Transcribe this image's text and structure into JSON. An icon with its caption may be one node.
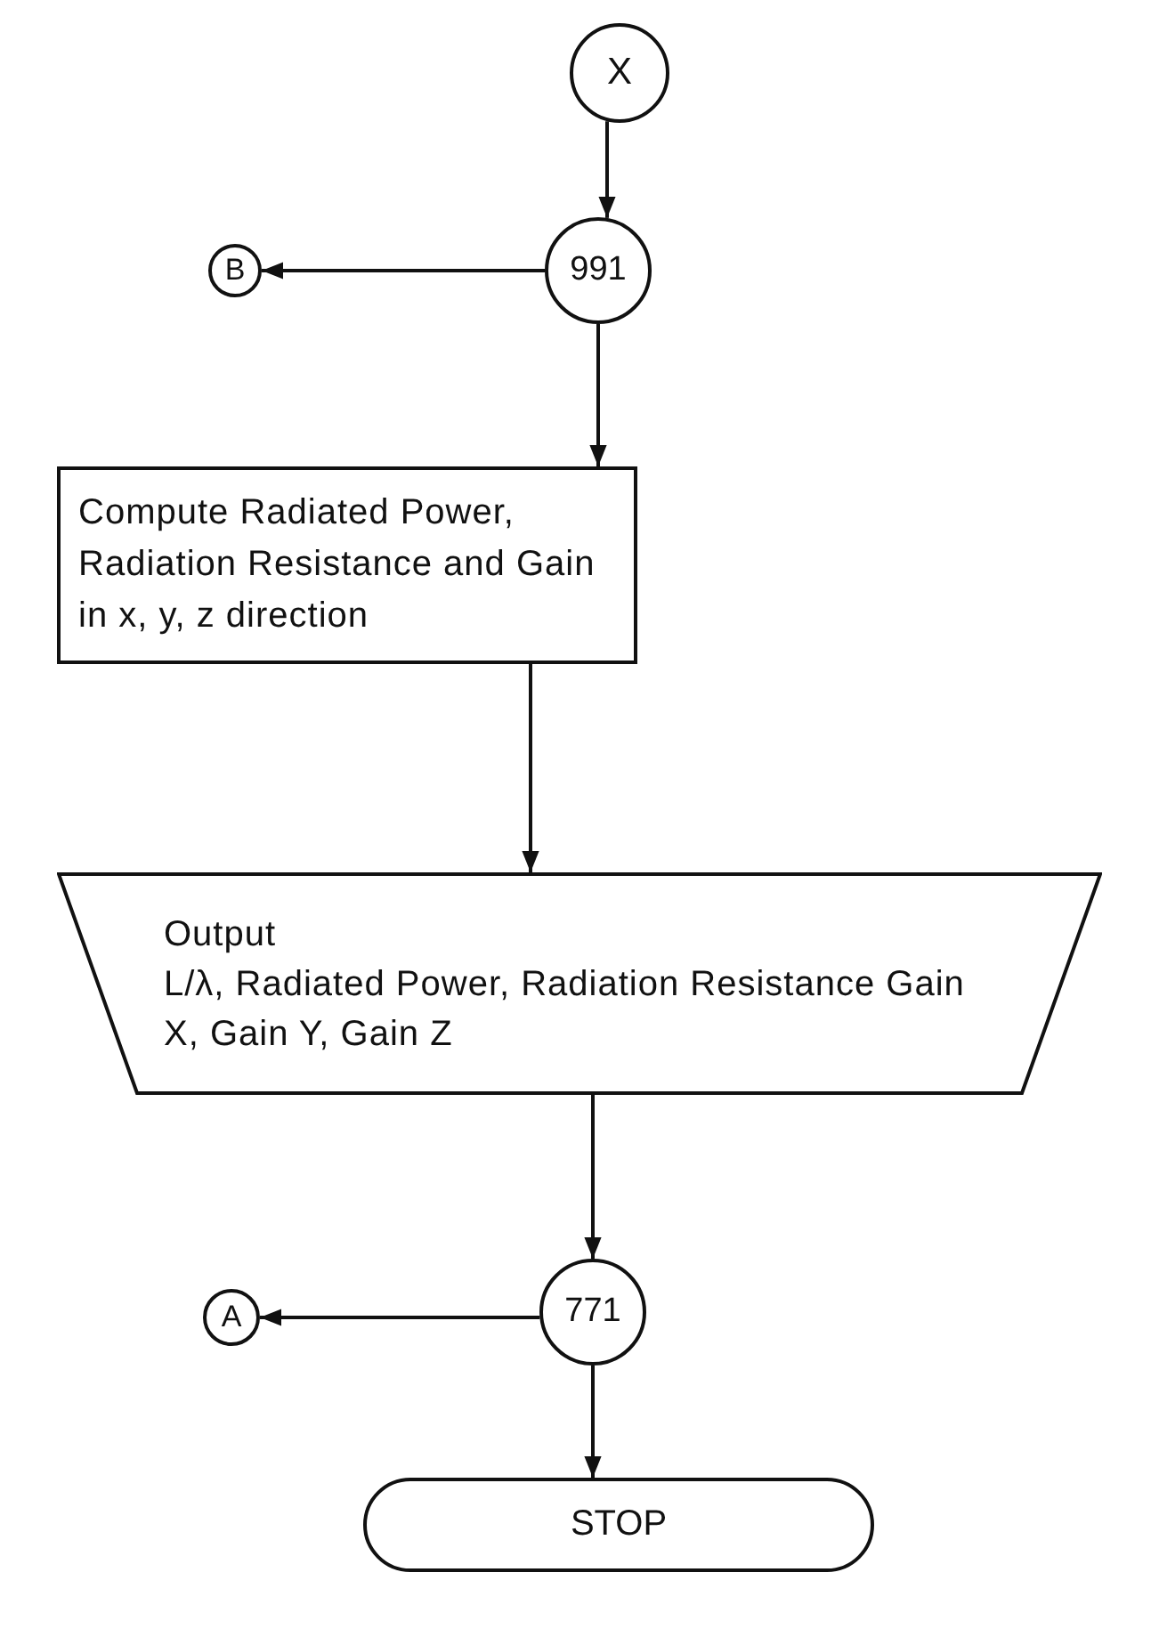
{
  "diagram": {
    "nodes": [
      {
        "text": [
          "X"
        ]
      },
      {
        "text": [
          "991"
        ]
      },
      {
        "text": [
          "B"
        ]
      },
      {
        "text": [
          "Compute Radiated Power, Radiation Resistance and Gain in x, y, z direction"
        ]
      },
      {
        "text": [
          "Output",
          "L/λ, Radiated Power, Radiation Resistance Gain X, Gain Y, Gain Z"
        ]
      },
      {
        "text": [
          "771"
        ]
      },
      {
        "text": [
          "A"
        ]
      },
      {
        "text": [
          "STOP"
        ]
      }
    ],
    "edges": [
      {
        "from": 0,
        "to": 1,
        "arrow": "to"
      },
      {
        "from": 1,
        "to": 2,
        "arrow": "to"
      },
      {
        "from": 1,
        "to": 3,
        "arrow": "to"
      },
      {
        "from": 3,
        "to": 4,
        "arrow": "to"
      },
      {
        "from": 4,
        "to": 5,
        "arrow": "to"
      },
      {
        "from": 5,
        "to": 6,
        "arrow": "to"
      },
      {
        "from": 5,
        "to": 7,
        "arrow": "to"
      }
    ]
  }
}
